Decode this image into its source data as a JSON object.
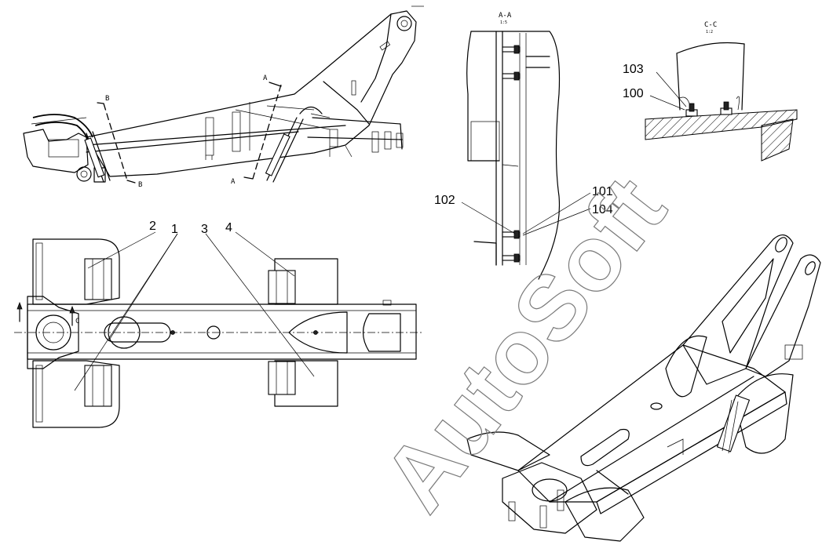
{
  "drawing": {
    "callouts": {
      "c1": "1",
      "c2": "2",
      "c3": "3",
      "c4": "4",
      "c100": "100",
      "c101": "101",
      "c102": "102",
      "c103": "103",
      "c104": "104"
    },
    "section_labels": {
      "aa": "A-A",
      "aa_scale": "1:5",
      "cc": "C-C",
      "cc_scale": "1:2"
    },
    "cut_markers": {
      "a_top": "A",
      "a_bottom": "A",
      "b_top": "B",
      "b_bottom": "B",
      "c_left": "C"
    },
    "watermark": "AutoSoft"
  }
}
